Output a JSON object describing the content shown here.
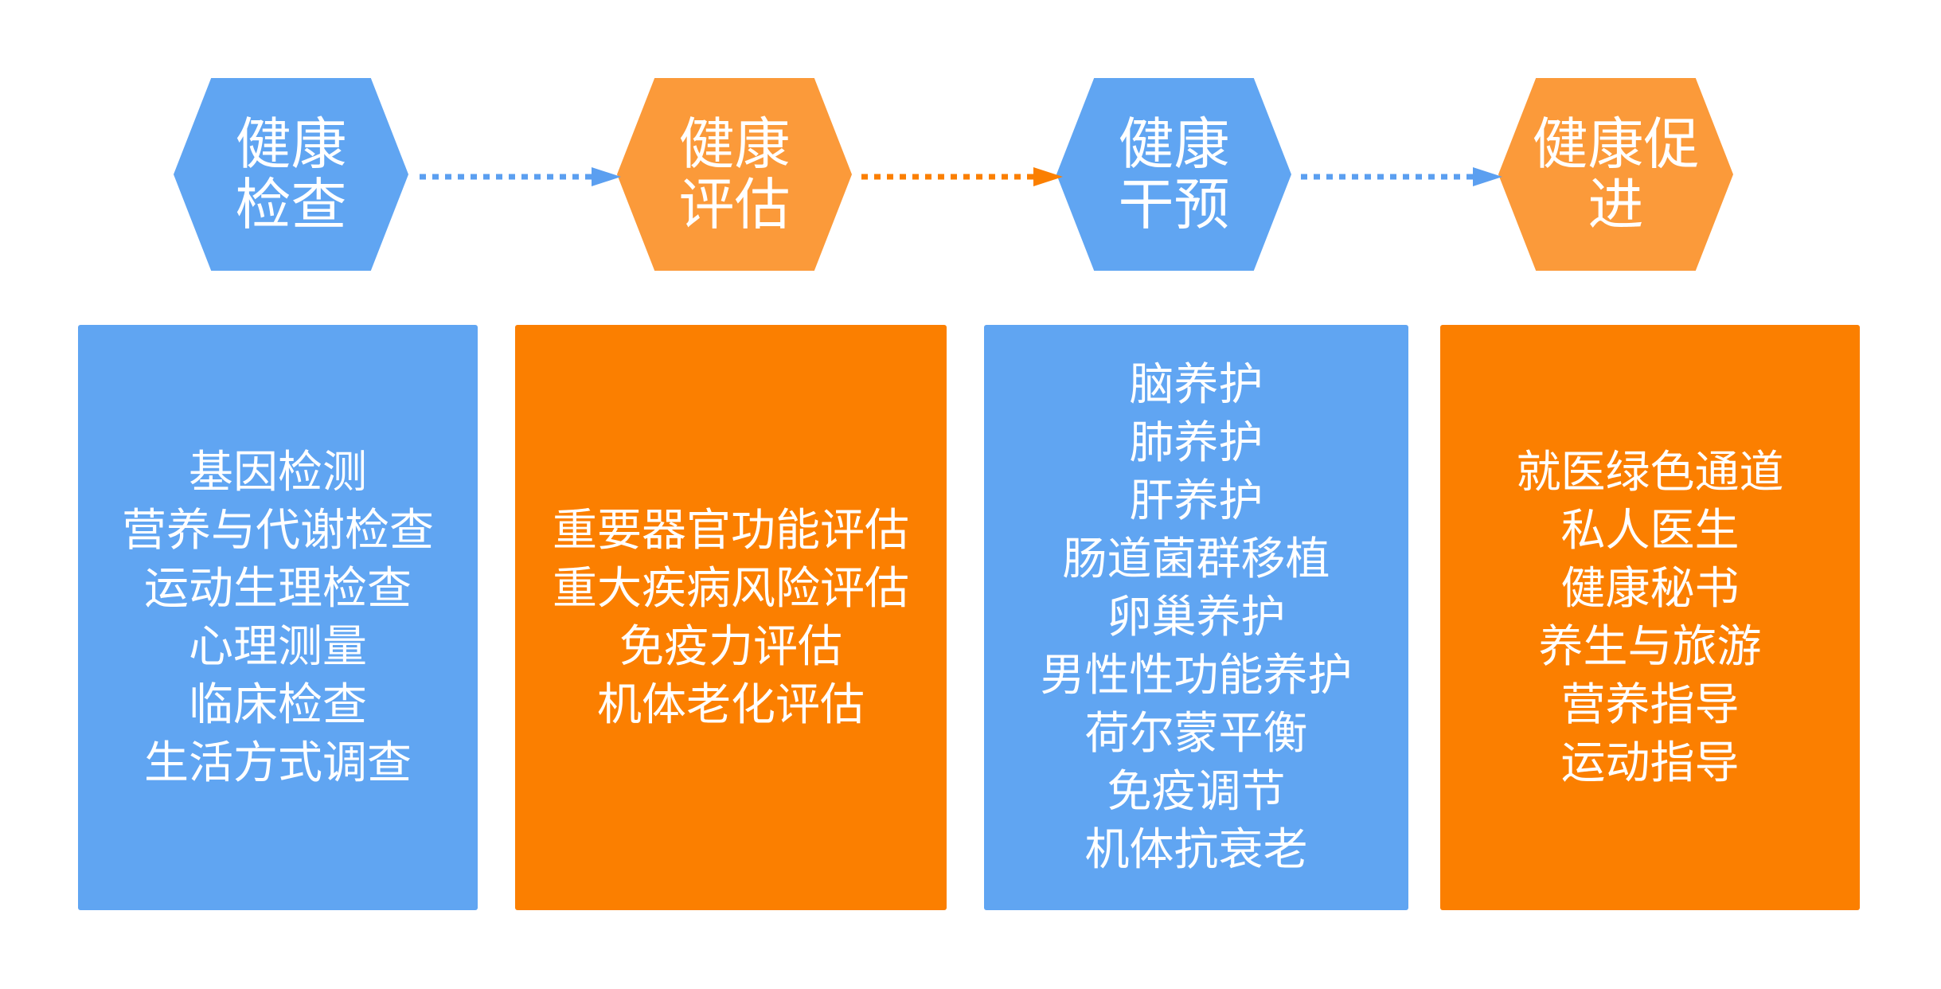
{
  "colors": {
    "blue": "#60a5f2",
    "hex_orange": "#fb9a3a",
    "box_orange": "#fb7f00",
    "arrow_blue": "#5b9ff0",
    "arrow_orange": "#fb7f00",
    "text": "#ffffff"
  },
  "stages": [
    {
      "label": "健康检查",
      "color": "blue"
    },
    {
      "label": "健康评估",
      "color": "orange"
    },
    {
      "label": "健康干预",
      "color": "blue"
    },
    {
      "label": "健康促进",
      "color": "orange"
    }
  ],
  "arrows": [
    {
      "style": "dotted",
      "color": "blue"
    },
    {
      "style": "dotted",
      "color": "orange"
    },
    {
      "style": "dotted",
      "color": "blue"
    }
  ],
  "boxes": [
    {
      "color": "blue",
      "items": [
        "基因检测",
        "营养与代谢检查",
        "运动生理检查",
        "心理测量",
        "临床检查",
        "生活方式调查"
      ]
    },
    {
      "color": "orange",
      "items": [
        "重要器官功能评估",
        "重大疾病风险评估",
        "免疫力评估",
        "机体老化评估"
      ]
    },
    {
      "color": "blue",
      "items": [
        "脑养护",
        "肺养护",
        "肝养护",
        "肠道菌群移植",
        "卵巢养护",
        "男性性功能养护",
        "荷尔蒙平衡",
        "免疫调节",
        "机体抗衰老"
      ]
    },
    {
      "color": "orange",
      "items": [
        "就医绿色通道",
        "私人医生",
        "健康秘书",
        "养生与旅游",
        "营养指导",
        "运动指导"
      ]
    }
  ]
}
